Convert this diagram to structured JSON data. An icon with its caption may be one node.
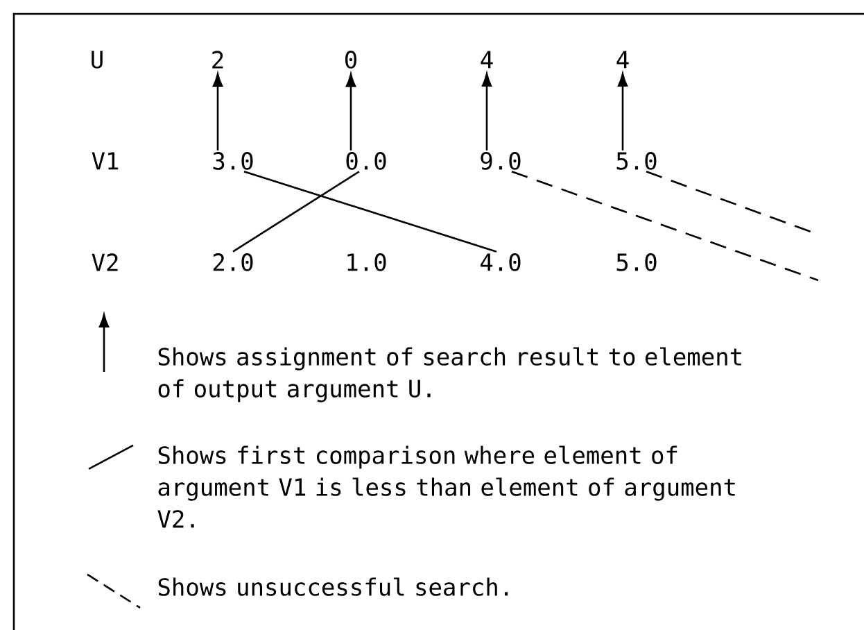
{
  "diagram": {
    "nodes": [
      {
        "text": [
          "2"
        ]
      },
      {
        "text": [
          "0"
        ]
      },
      {
        "text": [
          "4"
        ]
      },
      {
        "text": [
          "4"
        ]
      },
      {
        "text": [
          "3.0"
        ]
      },
      {
        "text": [
          "0.0"
        ]
      },
      {
        "text": [
          "9.0"
        ]
      },
      {
        "text": [
          "5.0"
        ]
      },
      {
        "text": [
          "2.0"
        ]
      },
      {
        "text": [
          "1.0"
        ]
      },
      {
        "text": [
          "4.0"
        ]
      },
      {
        "text": [
          "5.0"
        ]
      }
    ],
    "edges": [
      {
        "from": 4,
        "to": 0,
        "arrow": "to"
      },
      {
        "from": 5,
        "to": 1,
        "arrow": "to"
      },
      {
        "from": 6,
        "to": 2,
        "arrow": "to"
      },
      {
        "from": 7,
        "to": 3,
        "arrow": "to"
      },
      {
        "from": 4,
        "to": 10,
        "arrow": "none"
      },
      {
        "from": 5,
        "to": 8,
        "arrow": "none"
      },
      {
        "from": 6,
        "to": null,
        "arrow": "none",
        "style": "dashed"
      },
      {
        "from": 7,
        "to": null,
        "arrow": "none",
        "style": "dashed"
      }
    ],
    "labels": [
      "U",
      "V1",
      "V2"
    ],
    "legend": [
      {
        "text": "Shows assignment of search result to element of output argument U."
      },
      {
        "text": "Shows first comparison where element of argument V1 is less than element of argument V2."
      },
      {
        "text": "Shows unsuccessful search."
      }
    ]
  }
}
